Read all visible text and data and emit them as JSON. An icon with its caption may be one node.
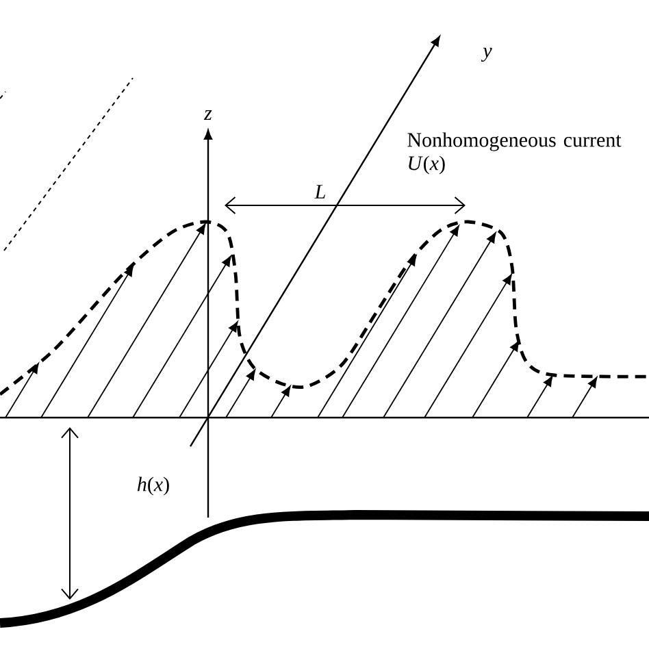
{
  "diagram": {
    "labels": [
      "y",
      "z",
      "Nonhomogeneous current *U*(*x*)",
      "L",
      "*h*(*x*)"
    ]
  }
}
